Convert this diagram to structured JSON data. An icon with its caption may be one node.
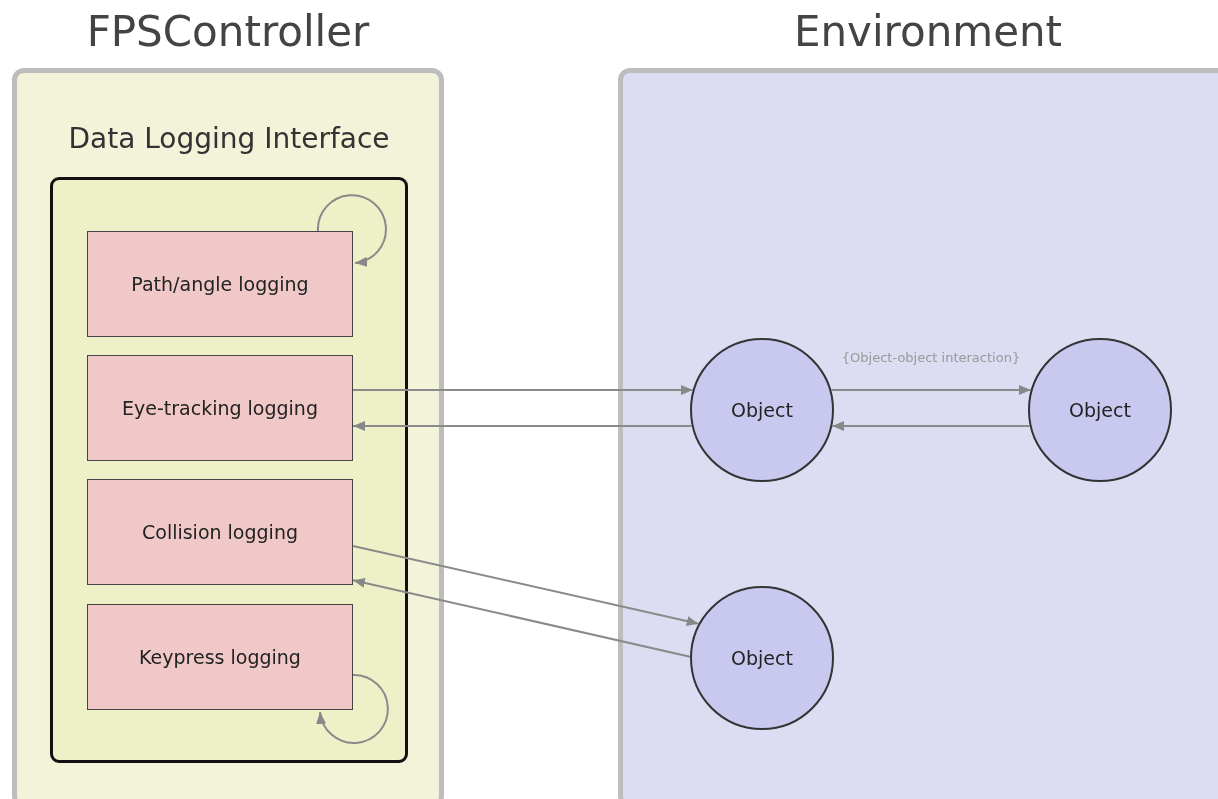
{
  "diagram": {
    "nodes": [
      {
        "text": [
          "FPSController"
        ]
      },
      {
        "text": [
          "Environment"
        ]
      },
      {
        "text": [
          "Data Logging Interface"
        ],
        "in": 0
      },
      {
        "text": [
          "Path/angle logging"
        ],
        "in": 2
      },
      {
        "text": [
          "Eye-tracking logging"
        ],
        "in": 2
      },
      {
        "text": [
          "Collision logging"
        ],
        "in": 2
      },
      {
        "text": [
          "Keypress logging"
        ],
        "in": 2
      },
      {
        "text": [
          "Object"
        ],
        "in": 1
      },
      {
        "text": [
          "Object"
        ],
        "in": 1
      },
      {
        "text": [
          "Object"
        ],
        "in": 1
      }
    ],
    "edges": [
      {
        "from": 3,
        "to": 3,
        "arrow": "to"
      },
      {
        "from": 4,
        "to": 7,
        "arrow": "to"
      },
      {
        "from": 7,
        "to": 4,
        "arrow": "to"
      },
      {
        "from": 7,
        "to": 8,
        "arrow": "to",
        "label": "{Object-object interaction}"
      },
      {
        "from": 8,
        "to": 7,
        "arrow": "to"
      },
      {
        "from": 5,
        "to": 9,
        "arrow": "to"
      },
      {
        "from": 9,
        "to": 5,
        "arrow": "to"
      },
      {
        "from": 6,
        "to": 6,
        "arrow": "to"
      }
    ]
  }
}
